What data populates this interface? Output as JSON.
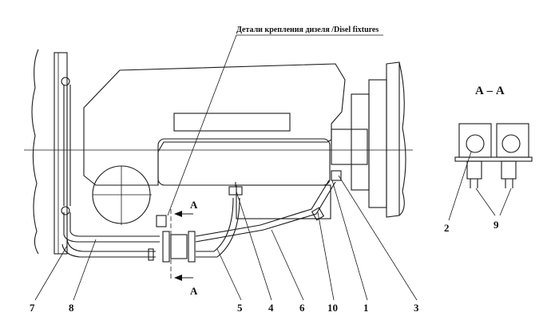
{
  "drawing": {
    "leader_caption": "Детали крепления дизеля /Disel fixtures",
    "section_title": "А – А",
    "section_marks": [
      "А",
      "А"
    ],
    "callouts": [
      "1",
      "2",
      "3",
      "4",
      "5",
      "6",
      "7",
      "8",
      "9",
      "10"
    ]
  }
}
